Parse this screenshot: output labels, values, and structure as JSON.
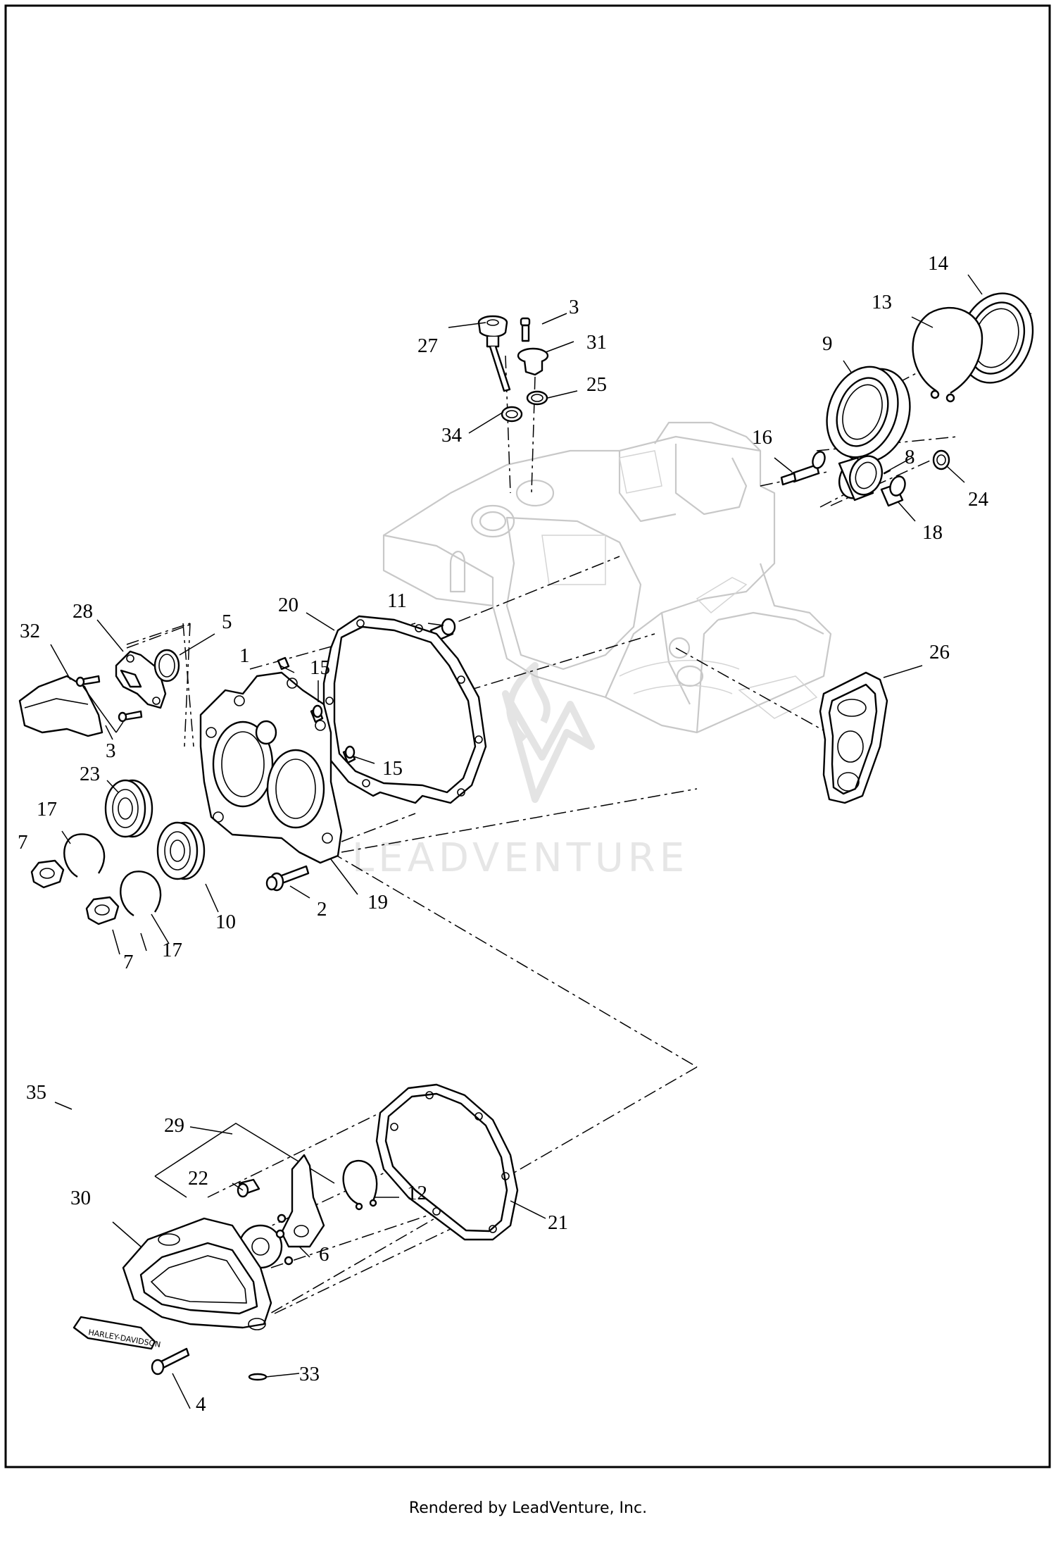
{
  "callouts": [
    {
      "id": "1",
      "label": "1"
    },
    {
      "id": "2",
      "label": "2"
    },
    {
      "id": "3a",
      "label": "3"
    },
    {
      "id": "3b",
      "label": "3"
    },
    {
      "id": "4",
      "label": "4"
    },
    {
      "id": "5",
      "label": "5"
    },
    {
      "id": "6",
      "label": "6"
    },
    {
      "id": "7a",
      "label": "7"
    },
    {
      "id": "7b",
      "label": "7"
    },
    {
      "id": "8",
      "label": "8"
    },
    {
      "id": "9",
      "label": "9"
    },
    {
      "id": "10",
      "label": "10"
    },
    {
      "id": "11",
      "label": "11"
    },
    {
      "id": "12",
      "label": "12"
    },
    {
      "id": "13",
      "label": "13"
    },
    {
      "id": "14",
      "label": "14"
    },
    {
      "id": "15a",
      "label": "15"
    },
    {
      "id": "15b",
      "label": "15"
    },
    {
      "id": "16",
      "label": "16"
    },
    {
      "id": "17a",
      "label": "17"
    },
    {
      "id": "17b",
      "label": "17"
    },
    {
      "id": "18",
      "label": "18"
    },
    {
      "id": "19",
      "label": "19"
    },
    {
      "id": "20",
      "label": "20"
    },
    {
      "id": "21",
      "label": "21"
    },
    {
      "id": "22",
      "label": "22"
    },
    {
      "id": "23",
      "label": "23"
    },
    {
      "id": "24",
      "label": "24"
    },
    {
      "id": "25",
      "label": "25"
    },
    {
      "id": "26",
      "label": "26"
    },
    {
      "id": "27",
      "label": "27"
    },
    {
      "id": "28",
      "label": "28"
    },
    {
      "id": "29",
      "label": "29"
    },
    {
      "id": "30",
      "label": "30"
    },
    {
      "id": "31",
      "label": "31"
    },
    {
      "id": "32",
      "label": "32"
    },
    {
      "id": "33",
      "label": "33"
    },
    {
      "id": "34",
      "label": "34"
    },
    {
      "id": "35",
      "label": "35"
    }
  ],
  "watermark": {
    "brand": "LEADVENTURE"
  },
  "cover_emblem": {
    "text": "HARLEY-DAVIDSON"
  },
  "footer": {
    "text": "Rendered by LeadVenture, Inc."
  }
}
